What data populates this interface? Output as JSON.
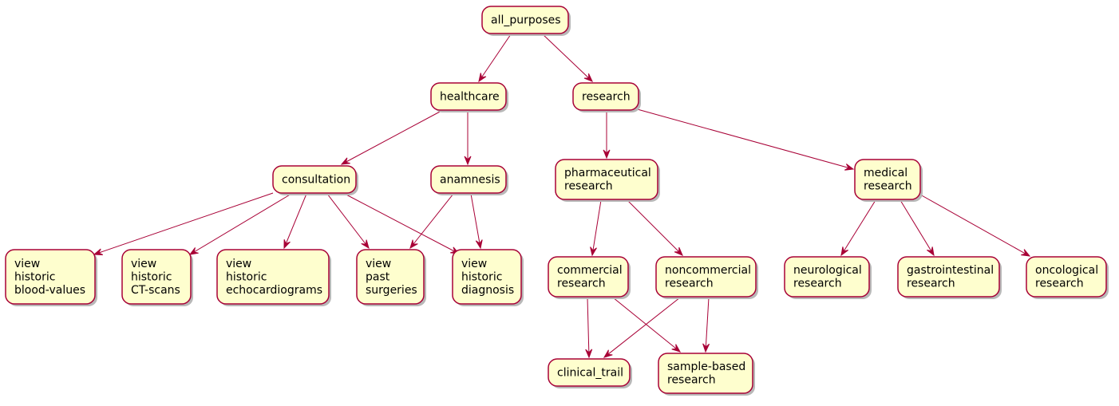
{
  "colors": {
    "node_fill": "#fefece",
    "node_border": "#a80036",
    "edge": "#a80036",
    "text": "#000000"
  },
  "nodes": [
    {
      "id": "all_purposes",
      "lines": [
        "all_purposes"
      ]
    },
    {
      "id": "healthcare",
      "lines": [
        "healthcare"
      ]
    },
    {
      "id": "research",
      "lines": [
        "research"
      ]
    },
    {
      "id": "consultation",
      "lines": [
        "consultation"
      ]
    },
    {
      "id": "anamnesis",
      "lines": [
        "anamnesis"
      ]
    },
    {
      "id": "pharmaceutical_research",
      "lines": [
        "pharmaceutical",
        "research"
      ]
    },
    {
      "id": "medical_research",
      "lines": [
        "medical",
        "research"
      ]
    },
    {
      "id": "view_blood",
      "lines": [
        "view",
        "historic",
        "blood-values"
      ]
    },
    {
      "id": "view_ct",
      "lines": [
        "view",
        "historic",
        "CT-scans"
      ]
    },
    {
      "id": "view_echo",
      "lines": [
        "view",
        "historic",
        "echocardiograms"
      ]
    },
    {
      "id": "view_surgeries",
      "lines": [
        "view",
        "past",
        "surgeries"
      ]
    },
    {
      "id": "view_diagnosis",
      "lines": [
        "view",
        "historic",
        "diagnosis"
      ]
    },
    {
      "id": "commercial_research",
      "lines": [
        "commercial",
        "research"
      ]
    },
    {
      "id": "noncommercial_research",
      "lines": [
        "noncommercial",
        "research"
      ]
    },
    {
      "id": "neurological_research",
      "lines": [
        "neurological",
        "research"
      ]
    },
    {
      "id": "gastrointestinal_research",
      "lines": [
        "gastrointestinal",
        "research"
      ]
    },
    {
      "id": "oncological_research",
      "lines": [
        "oncological",
        "research"
      ]
    },
    {
      "id": "clinical_trail",
      "lines": [
        "clinical_trail"
      ]
    },
    {
      "id": "sample_based_research",
      "lines": [
        "sample-based",
        "research"
      ]
    }
  ],
  "edges": [
    {
      "from": "all_purposes",
      "to": "healthcare"
    },
    {
      "from": "all_purposes",
      "to": "research"
    },
    {
      "from": "healthcare",
      "to": "consultation"
    },
    {
      "from": "healthcare",
      "to": "anamnesis"
    },
    {
      "from": "research",
      "to": "pharmaceutical_research"
    },
    {
      "from": "research",
      "to": "medical_research"
    },
    {
      "from": "consultation",
      "to": "view_blood"
    },
    {
      "from": "consultation",
      "to": "view_ct"
    },
    {
      "from": "consultation",
      "to": "view_echo"
    },
    {
      "from": "consultation",
      "to": "view_surgeries"
    },
    {
      "from": "consultation",
      "to": "view_diagnosis"
    },
    {
      "from": "anamnesis",
      "to": "view_surgeries"
    },
    {
      "from": "anamnesis",
      "to": "view_diagnosis"
    },
    {
      "from": "pharmaceutical_research",
      "to": "commercial_research"
    },
    {
      "from": "pharmaceutical_research",
      "to": "noncommercial_research"
    },
    {
      "from": "medical_research",
      "to": "neurological_research"
    },
    {
      "from": "medical_research",
      "to": "gastrointestinal_research"
    },
    {
      "from": "medical_research",
      "to": "oncological_research"
    },
    {
      "from": "commercial_research",
      "to": "clinical_trail"
    },
    {
      "from": "commercial_research",
      "to": "sample_based_research"
    },
    {
      "from": "noncommercial_research",
      "to": "clinical_trail"
    },
    {
      "from": "noncommercial_research",
      "to": "sample_based_research"
    }
  ]
}
